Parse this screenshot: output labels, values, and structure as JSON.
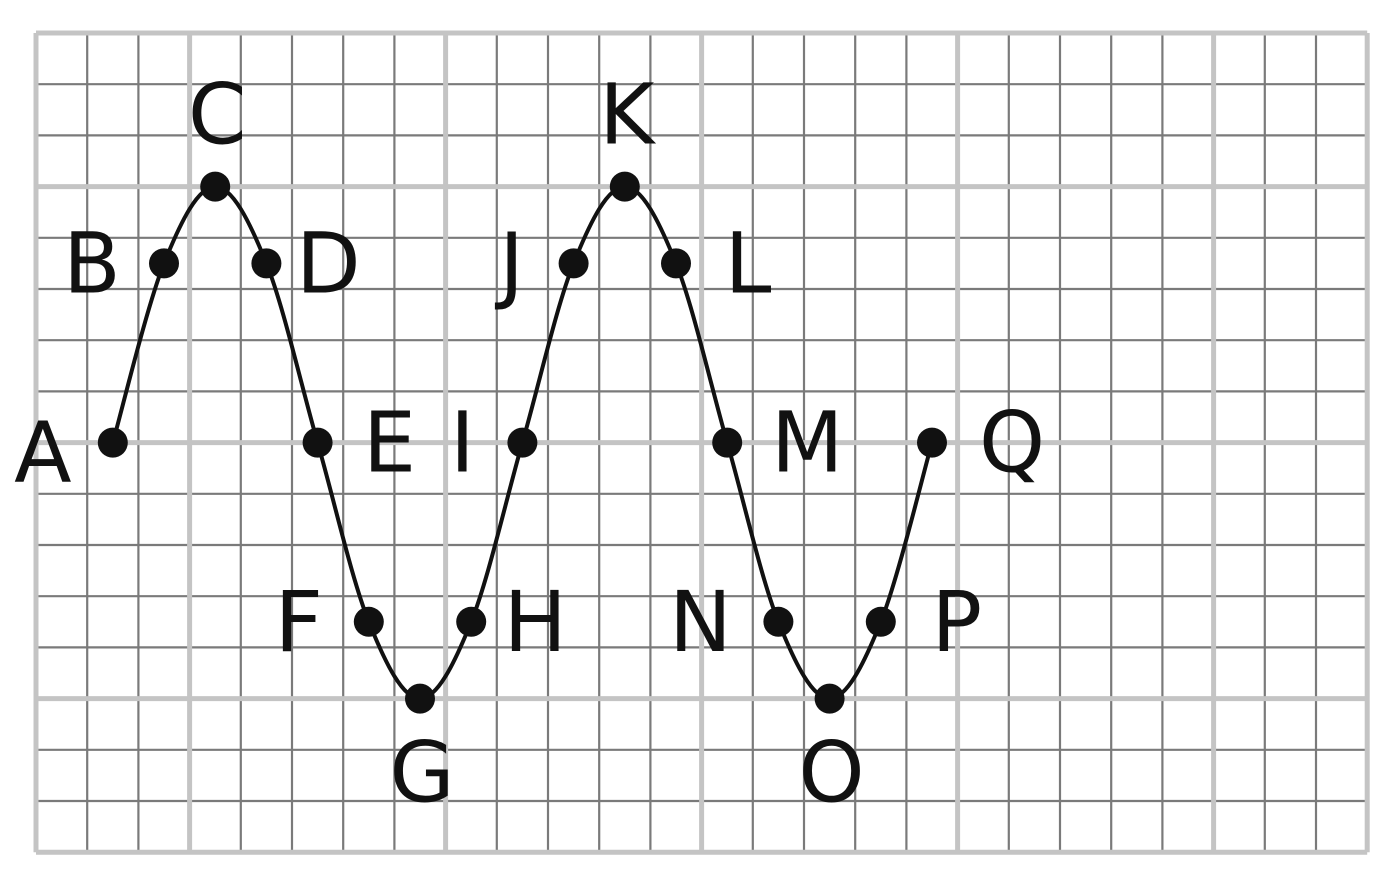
{
  "diagram": {
    "type": "wave-on-grid",
    "grid": {
      "columns": 26,
      "rows": 16,
      "minor_color": "#7a7a7a",
      "major_color": "#c4c4c4",
      "major_every": 5
    },
    "curve_color": "#111111",
    "points": [
      {
        "label": "A",
        "x": 3,
        "y": 8
      },
      {
        "label": "B",
        "x": 5,
        "y": 4.5
      },
      {
        "label": "C",
        "x": 7,
        "y": 3
      },
      {
        "label": "D",
        "x": 9,
        "y": 4.5
      },
      {
        "label": "E",
        "x": 11,
        "y": 8
      },
      {
        "label": "F",
        "x": 13,
        "y": 11.5
      },
      {
        "label": "G",
        "x": 15,
        "y": 13
      },
      {
        "label": "H",
        "x": 17,
        "y": 11.5
      },
      {
        "label": "I",
        "x": 19,
        "y": 8
      },
      {
        "label": "J",
        "x": 21,
        "y": 4.5
      },
      {
        "label": "K",
        "x": 23,
        "y": 3
      },
      {
        "label": "L",
        "x": 25,
        "y": 4.5
      },
      {
        "label": "M",
        "x": 27,
        "y": 8
      },
      {
        "label": "N",
        "x": 29,
        "y": 11.5
      },
      {
        "label": "O",
        "x": 31,
        "y": 13
      },
      {
        "label": "P",
        "x": 33,
        "y": 11.5
      },
      {
        "label": "Q",
        "x": 35,
        "y": 8
      }
    ]
  }
}
